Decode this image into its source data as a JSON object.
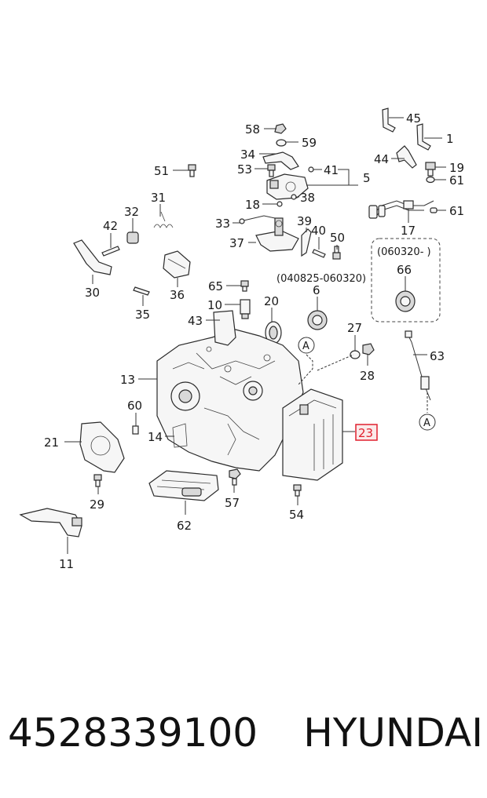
{
  "callouts": [
    {
      "id": "c45",
      "label": "45"
    },
    {
      "id": "c1",
      "label": "1"
    },
    {
      "id": "c58",
      "label": "58"
    },
    {
      "id": "c59",
      "label": "59"
    },
    {
      "id": "c34",
      "label": "34"
    },
    {
      "id": "c44",
      "label": "44"
    },
    {
      "id": "c19",
      "label": "19"
    },
    {
      "id": "c51",
      "label": "51"
    },
    {
      "id": "c53",
      "label": "53"
    },
    {
      "id": "c41",
      "label": "41"
    },
    {
      "id": "c5",
      "label": "5"
    },
    {
      "id": "c61a",
      "label": "61"
    },
    {
      "id": "c31",
      "label": "31"
    },
    {
      "id": "c18",
      "label": "18"
    },
    {
      "id": "c38",
      "label": "38"
    },
    {
      "id": "c61b",
      "label": "61"
    },
    {
      "id": "c32",
      "label": "32"
    },
    {
      "id": "c42",
      "label": "42"
    },
    {
      "id": "c33",
      "label": "33"
    },
    {
      "id": "c39",
      "label": "39"
    },
    {
      "id": "c17",
      "label": "17"
    },
    {
      "id": "c40",
      "label": "40"
    },
    {
      "id": "c50",
      "label": "50"
    },
    {
      "id": "c37",
      "label": "37"
    },
    {
      "id": "c30",
      "label": "30"
    },
    {
      "id": "c36",
      "label": "36"
    },
    {
      "id": "c66",
      "label": "66"
    },
    {
      "id": "c65",
      "label": "65"
    },
    {
      "id": "c6",
      "label": "6"
    },
    {
      "id": "c10",
      "label": "10"
    },
    {
      "id": "c20",
      "label": "20"
    },
    {
      "id": "c35",
      "label": "35"
    },
    {
      "id": "c43",
      "label": "43"
    },
    {
      "id": "c27",
      "label": "27"
    },
    {
      "id": "c28",
      "label": "28"
    },
    {
      "id": "c63",
      "label": "63"
    },
    {
      "id": "c13",
      "label": "13"
    },
    {
      "id": "c60",
      "label": "60"
    },
    {
      "id": "c14",
      "label": "14"
    },
    {
      "id": "c21",
      "label": "21"
    },
    {
      "id": "c23",
      "label": "23"
    },
    {
      "id": "c29",
      "label": "29"
    },
    {
      "id": "c57",
      "label": "57"
    },
    {
      "id": "c54",
      "label": "54"
    },
    {
      "id": "c62",
      "label": "62"
    },
    {
      "id": "c11",
      "label": "11"
    }
  ],
  "notes": {
    "date_range_1": "(040825-060320)",
    "date_range_2": "(060320- )"
  },
  "markers": {
    "ref_a_1": "A",
    "ref_a_2": "A"
  },
  "highlight_color": "#e0202e",
  "footer": {
    "part_number": "4528339100",
    "brand": "HYUNDAI"
  }
}
